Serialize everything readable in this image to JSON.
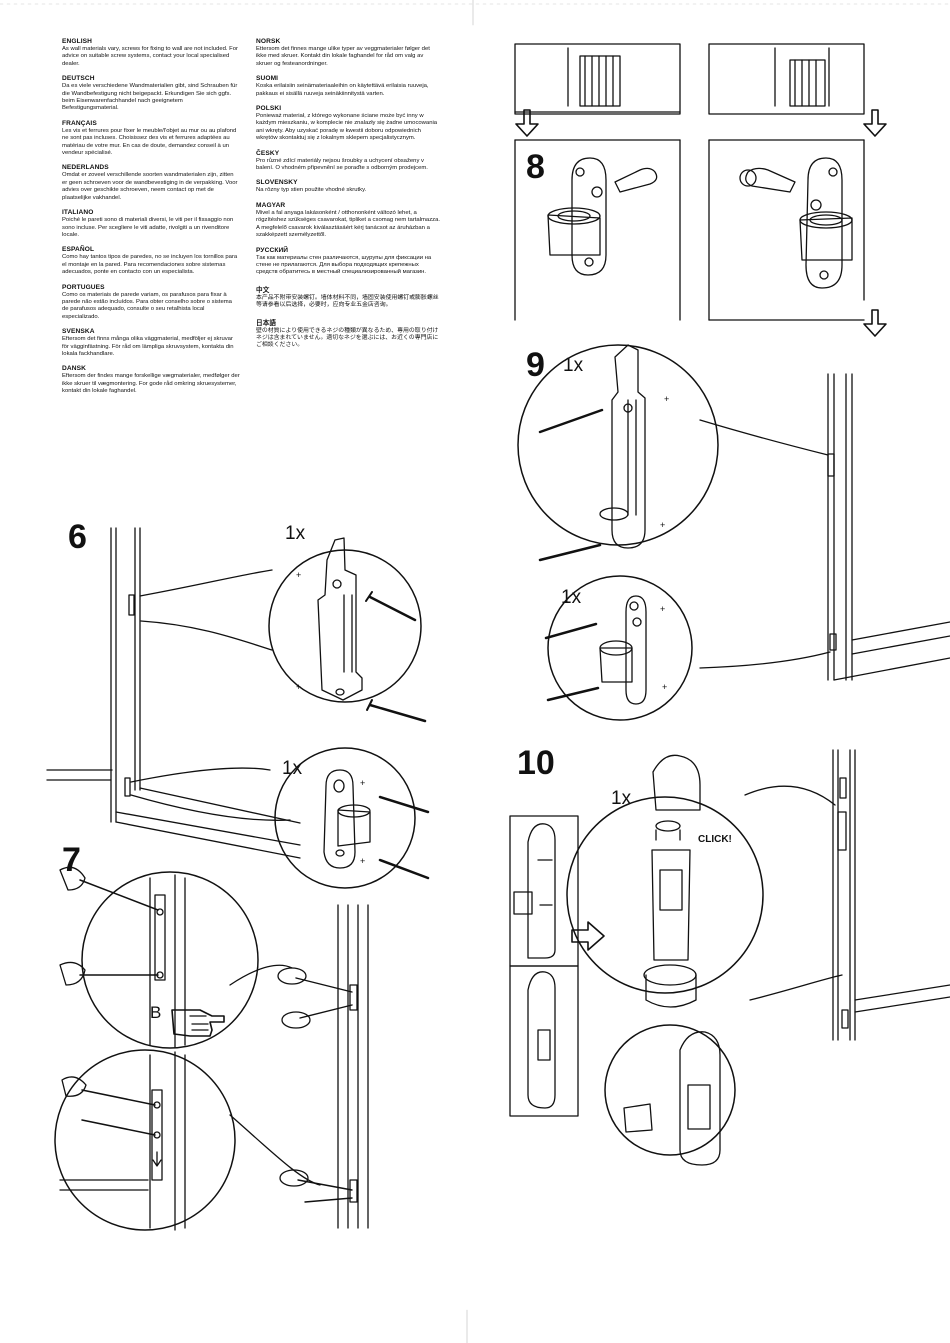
{
  "languages_col1": [
    {
      "name": "ENGLISH",
      "text": "As wall materials vary, screws for fixing to wall are not included. For advice on suitable screw systems, contact your local specialised dealer."
    },
    {
      "name": "DEUTSCH",
      "text": "Da es viele verschiedene Wandmaterialien gibt, sind Schrauben für die Wandbefestigung nicht beigepackt. Erkundigen Sie sich ggfs. beim Eisenwarenfachhandel nach geeignetem Befestigungsmaterial."
    },
    {
      "name": "FRANÇAIS",
      "text": "Les vis et ferrures pour fixer le meuble/l'objet au mur ou au plafond ne sont pas incluses. Choisissez des vis et ferrures adaptées au matériau de votre mur. En cas de doute, demandez conseil à un vendeur spécialisé."
    },
    {
      "name": "NEDERLANDS",
      "text": "Omdat er zoveel verschillende soorten wandmaterialen zijn, zitten er geen schroeven voor de wandbevestiging in de verpakking. Voor advies over geschikte schroeven, neem contact op met de plaatselijke vakhandel."
    },
    {
      "name": "ITALIANO",
      "text": "Poiché le pareti sono di materiali diversi, le viti per il fissaggio non sono incluse. Per scegliere le viti adatte, rivolgiti a un rivenditore locale."
    },
    {
      "name": "ESPAÑOL",
      "text": "Como hay tantos tipos de paredes, no se incluyen los tornillos para el montaje en la pared. Para recomendaciones sobre sistemas adecuados, ponte en contacto con un especialista."
    },
    {
      "name": "PORTUGUES",
      "text": "Como os materiais de parede variam, os parafusos para fixar à parede não estão incluídos. Para obter conselho sobre o sistema de parafusos adequado, consulte o seu retalhista local especializado."
    },
    {
      "name": "SVENSKA",
      "text": "Eftersom det finns många olika väggmaterial, medföljer ej skruvar för vägginfästning. För råd om lämpliga skruvsystem, kontakta din lokala fackhandlare."
    },
    {
      "name": "DANSK",
      "text": "Eftersom der findes mange forskellige vægmaterialer, medfølger der ikke skruer til vægmontering. For gode råd omkring skruesystemer, kontakt din lokale faghandel."
    }
  ],
  "languages_col2": [
    {
      "name": "NORSK",
      "text": "Ettersom det finnes mange ulike typer av veggmaterialer følger det ikke med skruer. Kontakt din lokale faghandel for råd om valg av skruer og festeanordninger."
    },
    {
      "name": "SUOMI",
      "text": "Koska erilaisiin seinämateriaaleihin on käytettävä erilaisia ruuveja, pakkaus ei sisällä ruuveja seinäkiinnitystä varten."
    },
    {
      "name": "POLSKI",
      "text": "Ponieważ materiał, z którego wykonane ściane może być inny w każdym mieszkaniu, w komplecie nie znalazły się żadne umocowania ani wkręty. Aby uzyskać poradę w kwestii doboru odpowiednich wkrętów skontaktuj się z lokalnym sklepem specjalistycznym."
    },
    {
      "name": "ČESKY",
      "text": "Pro různé zdící materiály nejsou šroubky a uchycení obsaženy v balení. O vhodném připevnění se poraďte s odborným prodejcem."
    },
    {
      "name": "SLOVENSKY",
      "text": "Na rôzny typ stien použite vhodné skrutky."
    },
    {
      "name": "MAGYAR",
      "text": "Mivel a fal anyaga lakásonként / otthononként változó lehet, a rögzítéshez szükséges csavarokat, tipliket a csomag nem tartalmazza. A megfelelő csavarok kiválasztásáért kérj tanácsot az áruházban a szakképzett személyzettől."
    },
    {
      "name": "РУССКИЙ",
      "text": "Так как материалы стен различаются, шурупы для фиксации на стене не прилагаются. Для выбора подходящих крепежных средств обратитесь в местный специализированный магазин."
    },
    {
      "name": "中文",
      "text": "本产品不附带安装螺钉。墙体材料不同，墙固安装使用螺钉或膨胀螺丝等请参看以后选择，必要时，应向专业五金店咨询。"
    },
    {
      "name": "日本語",
      "text": "壁の材質により使用できるネジの種類が異なるため、専用の取り付けネジは含まれていません。適切なネジを選ぶには、お近くの専門店にご相談ください。"
    }
  ],
  "steps": {
    "s6": "6",
    "s7": "7",
    "s8": "8",
    "s9": "9",
    "s10": "10"
  },
  "labels": {
    "qty_6a": "1x",
    "qty_6b": "1x",
    "qty_9a": "1x",
    "qty_9b": "1x",
    "qty_10": "1x",
    "click": "CLICK!",
    "letter_b": "B"
  },
  "icons": [
    "down-arrow-icon",
    "hand-pointing-icon",
    "right-arrow-icon",
    "screw-icon",
    "screwdriver-icon"
  ]
}
